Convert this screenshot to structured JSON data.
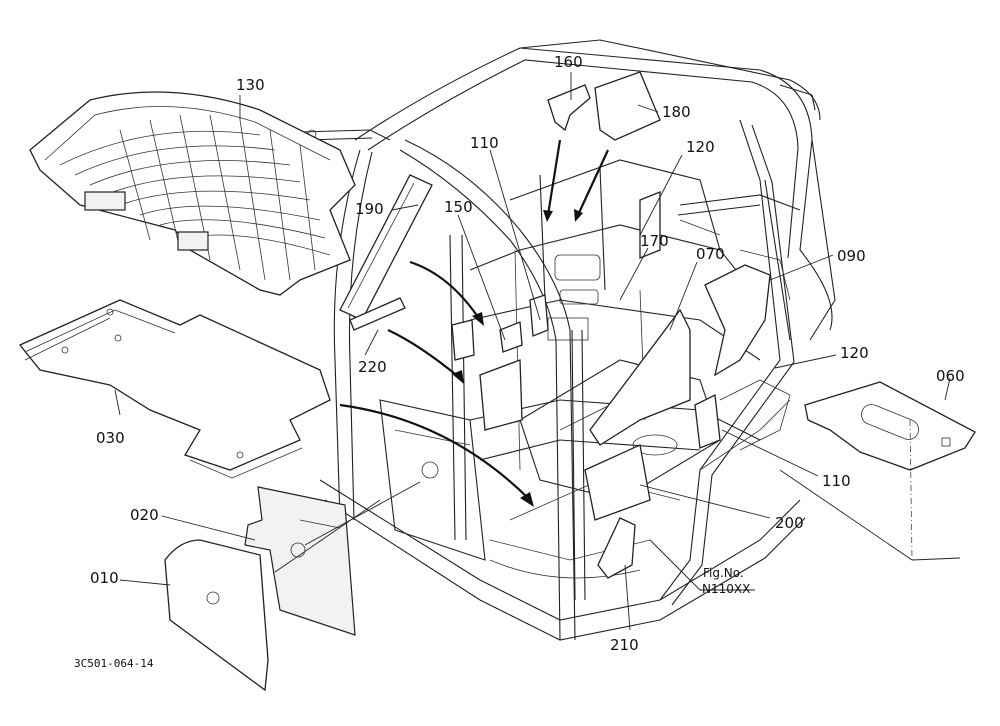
{
  "part_labels": {
    "p010": "010",
    "p020": "020",
    "p030": "030",
    "p060": "060",
    "p070": "070",
    "p090": "090",
    "p110a": "110",
    "p110b": "110",
    "p120a": "120",
    "p120b": "120",
    "p130": "130",
    "p150": "150",
    "p160": "160",
    "p170": "170",
    "p180": "180",
    "p190": "190",
    "p200": "200",
    "p210": "210",
    "p220": "220"
  },
  "figure": {
    "fig_no_label": "Fig.No.",
    "fig_no_value": "N110XX",
    "drawing_code": "3C501-064-14"
  }
}
